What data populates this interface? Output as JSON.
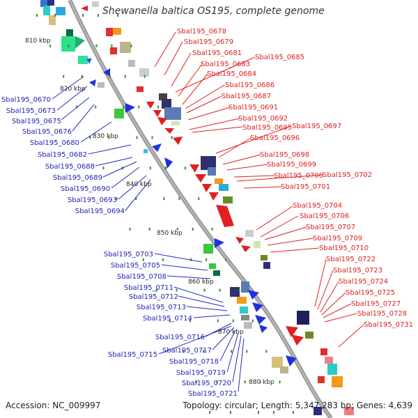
{
  "title": "Shewanella baltica OS195, complete genome",
  "footer": {
    "accession": "Accession: NC_009997",
    "summary": "Topology: circular; Length: 5,347,283 bp; Genes: 4,639"
  },
  "scale_labels": [
    "810 kbp",
    "820 kbp",
    "830 kbp",
    "840 kbp",
    "850 kbp",
    "860 kbp",
    "870 kbp",
    "880 kbp"
  ],
  "colors": {
    "backbone": "#888888",
    "left_labels": "#1e1eb4",
    "right_labels": "#dc1e1e",
    "ticks": "#229922"
  },
  "left_labels": [
    "Sbal195_0670",
    "Sbal195_0673",
    "Sbal195_0675",
    "Sbal195_0676",
    "Sbal195_0680",
    "Sbal195_0682",
    "Sbal195_0688",
    "Sbal195_0689",
    "Sbal195_0690",
    "Sbal195_0693",
    "Sbal195_0694",
    "Sbal195_0703",
    "Sbal195_0705",
    "Sbal195_0708",
    "Sbal195_0711",
    "Sbal195_0712",
    "Sbal195_0713",
    "Sbal195_0714",
    "Sbal195_0716",
    "Sbal195_0715",
    "Sbal195_0717",
    "Sbal195_0718",
    "Sbal195_0719",
    "Sbal195_0720",
    "Sbal195_0721"
  ],
  "right_labels": [
    "Sbal195_0678",
    "Sbal195_0679",
    "Sbal195_0681",
    "Sbal195_0685",
    "Sbal195_0683",
    "Sbal195_0684",
    "Sbal195_0686",
    "Sbal195_0687",
    "Sbal195_0691",
    "Sbal195_0692",
    "Sbal195_0695",
    "Sbal195_0697",
    "Sbal195_0696",
    "Sbal195_0698",
    "Sbal195_0699",
    "Sbal195_0700",
    "Sbal195_0702",
    "Sbal195_0701",
    "Sbal195_0704",
    "Sbal195_0706",
    "Sbal195_0707",
    "Sbal195_0709",
    "Sbal195_0710",
    "Sbal195_0722",
    "Sbal195_0723",
    "Sbal195_0724",
    "Sbal195_0725",
    "Sbal195_0727",
    "Sbal195_0728",
    "Sbal195_0731"
  ]
}
